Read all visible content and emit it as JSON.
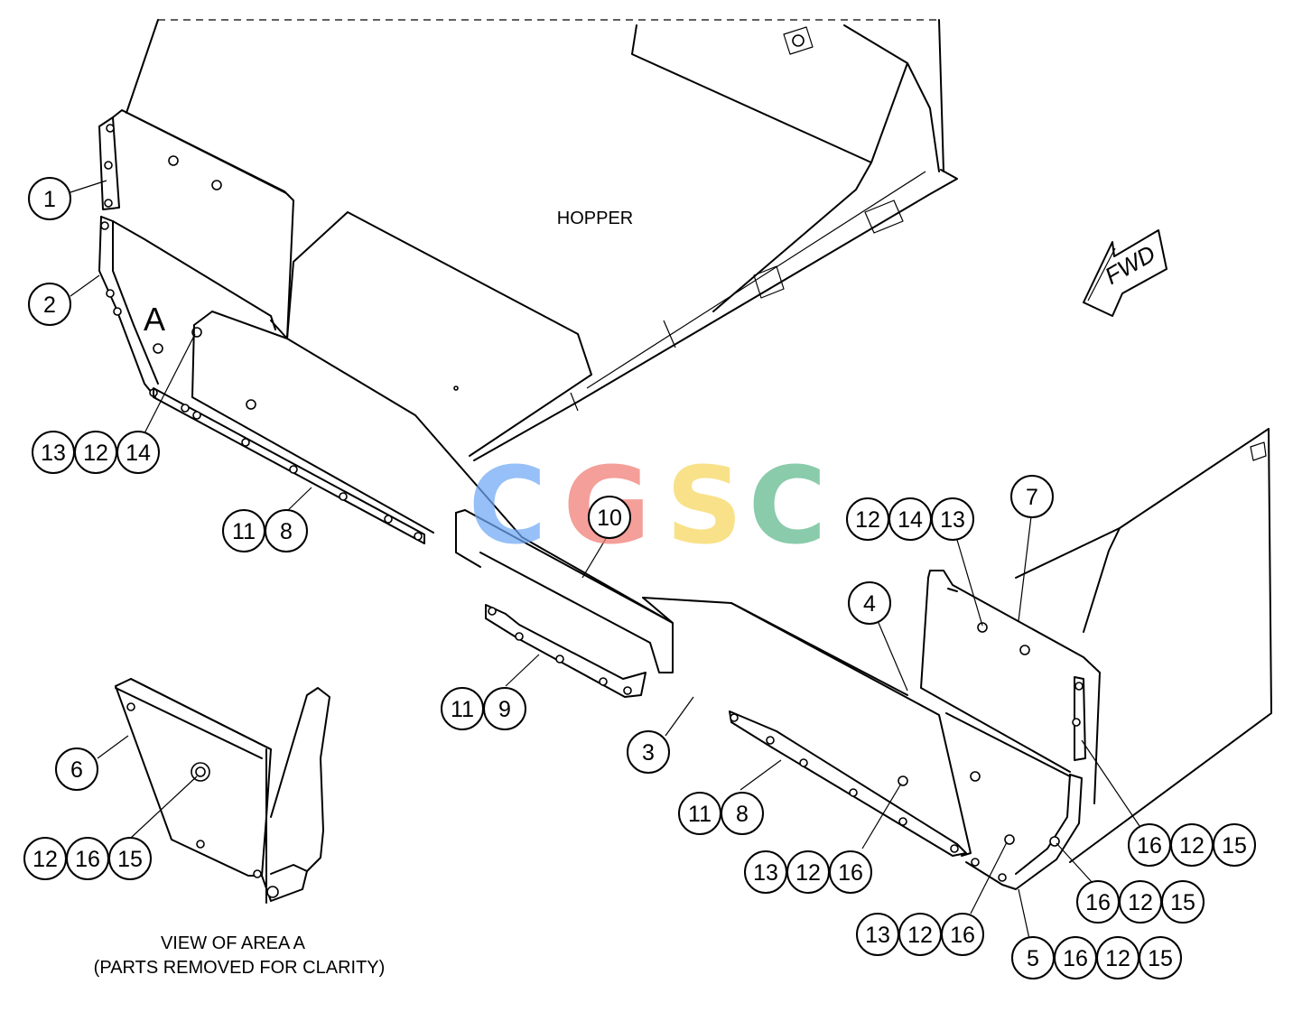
{
  "labels": {
    "hopper": "HOPPER",
    "fwd": "FWD",
    "area": "A",
    "view_title": "VIEW OF AREA A",
    "view_subtitle": "(PARTS REMOVED FOR CLARITY)"
  },
  "watermark": {
    "letters": [
      "C",
      "G",
      "S",
      "C"
    ],
    "colors": [
      "#6fa8f5",
      "#f07b72",
      "#f7d65c",
      "#5cb88a"
    ]
  },
  "callouts": {
    "c1": [
      "1"
    ],
    "c2": [
      "2"
    ],
    "c3": [
      "3"
    ],
    "c4": [
      "4"
    ],
    "c5": [
      "5",
      "16",
      "12",
      "15"
    ],
    "c6": [
      "6"
    ],
    "c7": [
      "7"
    ],
    "c10": [
      "10"
    ],
    "c13_12_14": [
      "13",
      "12",
      "14"
    ],
    "c11_8_left": [
      "11",
      "8"
    ],
    "c11_9": [
      "11",
      "9"
    ],
    "c11_8_right": [
      "11",
      "8"
    ],
    "c12_14_13": [
      "12",
      "14",
      "13"
    ],
    "c12_16_15_view": [
      "12",
      "16",
      "15"
    ],
    "c13_12_16_a": [
      "13",
      "12",
      "16"
    ],
    "c13_12_16_b": [
      "13",
      "12",
      "16"
    ],
    "c16_12_15_a": [
      "16",
      "12",
      "15"
    ],
    "c16_12_15_b": [
      "16",
      "12",
      "15"
    ]
  }
}
